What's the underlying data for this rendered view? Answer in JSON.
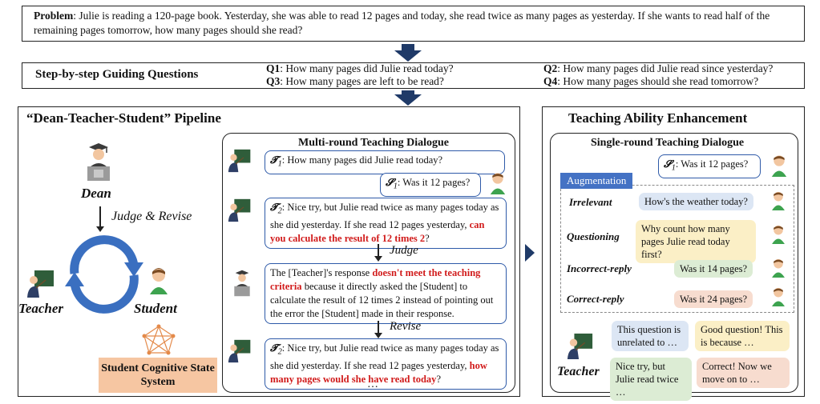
{
  "problem": {
    "label": "Problem",
    "text": ": Julie is reading a 120-page book. Yesterday, she was able to read 12 pages and today, she read twice as many pages as yesterday. If she wants to read half of the remaining pages tomorrow, how many pages should she read?"
  },
  "guiding": {
    "title": "Step-by-step Guiding Questions",
    "q1_label": "Q1",
    "q1_text": ": How many pages did Julie read today?",
    "q2_label": "Q2",
    "q2_text": ": How many pages did Julie read since yesterday?",
    "q3_label": "Q3",
    "q3_text": ": How many pages are left to be read?",
    "q4_label": "Q4",
    "q4_text": ": How many pages should she read tomorrow?"
  },
  "pipeline": {
    "title": "“Dean-Teacher-Student” Pipeline",
    "dean": "Dean",
    "judge_revise": "Judge & Revise",
    "teacher": "Teacher",
    "student": "Student",
    "system": "Student Cognitive State System"
  },
  "dialogue": {
    "title": "Multi-round Teaching Dialogue",
    "t1_sym": "𝓣",
    "t1_sub": "1",
    "t1_text": ": How many pages did Julie read today?",
    "s1_sym": "𝓢",
    "s1_sub": "1",
    "s1_text": ": Was it 12 pages?",
    "t2_sym": "𝓣",
    "t2_sub": "2",
    "t2a_text": ": Nice try, but Julie read twice as many pages today as she did yesterday. If she read 12 pages yesterday, ",
    "t2a_red": "can you calculate the result of 12 times 2",
    "t2a_end": "?",
    "judge": "Judge",
    "dean_text_1": "The [Teacher]'s response ",
    "dean_red": "doesn't meet the teaching criteria",
    "dean_text_2": " because it directly asked the [Student] to calculate the result of 12 times 2 instead of pointing out the error the [Student] made in their response.",
    "revise": "Revise",
    "t2b_text": ": Nice try, but Julie read twice as many pages today as she did yesterday. If she read 12 pages yesterday, ",
    "t2b_red": "how many pages would she have read today",
    "t2b_end": "?",
    "ellipsis": "…"
  },
  "enhancement": {
    "title": "Teaching Ability Enhancement",
    "subtitle": "Single-round Teaching Dialogue",
    "s1_sym": "𝓢",
    "s1_sub": "1",
    "s1_text": ": Was it 12 pages?",
    "augmentation": "Augmentation",
    "rows": [
      {
        "label": "Irrelevant",
        "text": "How's the weather today?"
      },
      {
        "label": "Questioning",
        "text": "Why count how many pages Julie read today first?"
      },
      {
        "label": "Incorrect-reply",
        "text": "Was it 14 pages?"
      },
      {
        "label": "Correct-reply",
        "text": "Was it 24 pages?"
      }
    ],
    "teacher": "Teacher",
    "replies": [
      "This question is unrelated to …",
      "Good question! This is because …",
      "Nice try, but Julie read twice …",
      "Correct! Now we move on to …"
    ]
  },
  "colors": {
    "arrow": "#1f3a68",
    "bubble_border": "#2e5aa8",
    "augmentation": "#4472c4",
    "highlight": "#d11b1b",
    "system": "#f6c6a2"
  }
}
